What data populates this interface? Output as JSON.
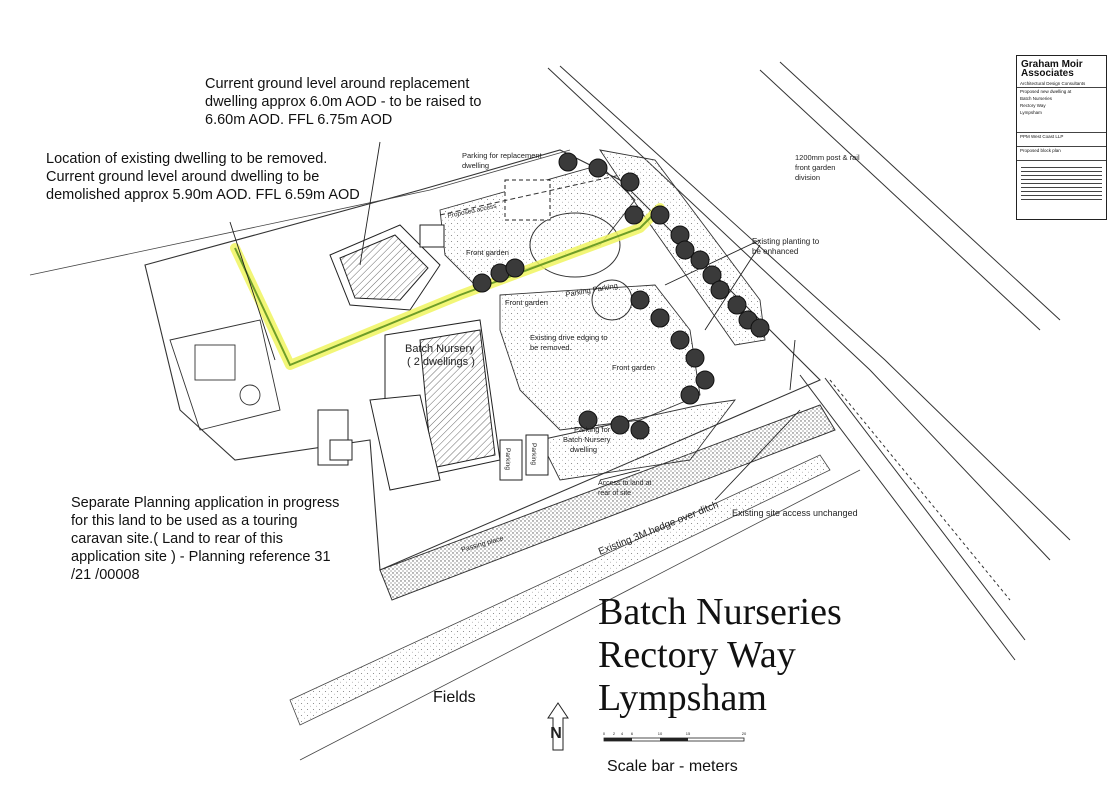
{
  "notes": {
    "replacement_level": "Current ground level around replacement dwelling approx 6.0m AOD - to be raised to 6.60m AOD.  FFL 6.75m AOD",
    "existing_dwelling": "Location of existing dwelling to be removed. Current ground level around dwelling to be demolished approx 5.90m AOD.  FFL 6.59m AOD",
    "planning_application": "Separate Planning application in progress for this land to be used as a touring caravan site.( Land to rear of this application site ) - Planning reference 31 /21 /00008",
    "fields": "Fields",
    "scale_bar": "Scale bar - meters"
  },
  "site_title": [
    "Batch Nurseries",
    "Rectory Way",
    "Lympsham"
  ],
  "plan_labels": {
    "parking_replacement": [
      "Parking for replacement",
      "dwelling"
    ],
    "proposed_access": "Proposed access",
    "front_garden_1": "Front garden",
    "front_garden_2": "Front garden",
    "front_garden_3": "Front garden",
    "parking_parking": "Parking  Parking",
    "batch_nursery": [
      "Batch Nursery",
      "( 2 dwellings )"
    ],
    "drive_edging": [
      "Existing drive edging to",
      "be removed."
    ],
    "parking_batch": [
      "Parking for",
      "Batch Nursery",
      "dwelling"
    ],
    "parking_vertical_1": "Parking",
    "parking_vertical_2": "Parking",
    "existing_planting": [
      "Existing planting to",
      "be enhanced"
    ],
    "post_rail": [
      "1200mm post & rail",
      "front garden",
      "division"
    ],
    "access_land": [
      "Access to land at",
      "rear of site"
    ],
    "hedge": "Existing 3M.hedge over ditch",
    "passing_place": "Passing place",
    "site_access": "Existing site access unchanged",
    "north": "N"
  },
  "scale_ticks": [
    "0",
    "2",
    "4",
    "6",
    "10",
    "15",
    "20"
  ],
  "title_block": {
    "firm": [
      "Graham Moir",
      "Associates"
    ],
    "address": "Architectural Design Consultants",
    "project": [
      "Proposed new dwelling at",
      "Batch Nurseries",
      "Rectory Way",
      "Lympsham"
    ],
    "client": "PPM West Coast LLP",
    "drawing": "Proposed block plan"
  },
  "colors": {
    "highlight": "#e8f25a",
    "line": "#2a2a2a",
    "tree": "#3a3a3a"
  }
}
